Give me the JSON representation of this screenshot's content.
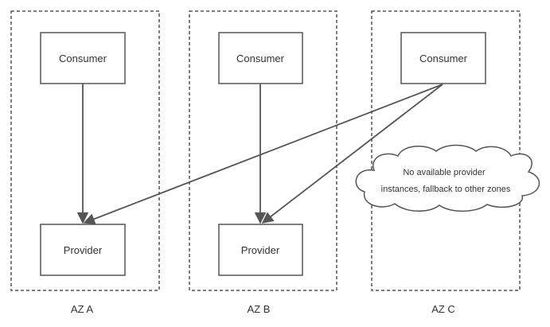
{
  "zones": [
    {
      "id": "az-a",
      "label": "AZ A"
    },
    {
      "id": "az-b",
      "label": "AZ B"
    },
    {
      "id": "az-c",
      "label": "AZ C"
    }
  ],
  "nodes": {
    "consumer_a": "Consumer",
    "provider_a": "Provider",
    "consumer_b": "Consumer",
    "provider_b": "Provider",
    "consumer_c": "Consumer"
  },
  "note": {
    "line1": "No available provider",
    "line2": "instances, fallback to other zones"
  },
  "edges": [
    {
      "from": "consumer_a",
      "to": "provider_a"
    },
    {
      "from": "consumer_b",
      "to": "provider_b"
    },
    {
      "from": "consumer_c",
      "to": "provider_a"
    },
    {
      "from": "consumer_c",
      "to": "provider_b"
    }
  ],
  "colors": {
    "stroke": "#555555",
    "text": "#333333",
    "background": "#ffffff"
  }
}
